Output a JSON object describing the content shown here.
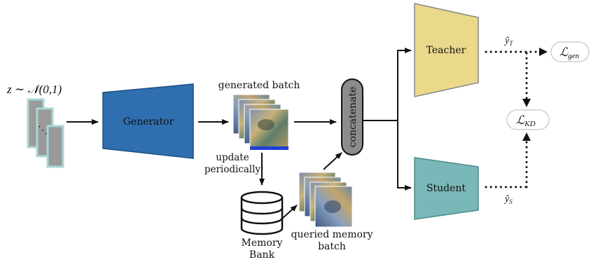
{
  "noise_label": "z ∼ 𝒩(0,1)",
  "noise_dots": "⋱",
  "generator_label": "Generator",
  "generated_batch_label": "generated batch",
  "update_label_line1": "update",
  "update_label_line2": "periodically",
  "memory_bank_label_line1": "Memory",
  "memory_bank_label_line2": "Bank",
  "queried_label_line1": "queried memory",
  "queried_label_line2": "batch",
  "concatenate_label": "concatenate",
  "teacher_label": "Teacher",
  "student_label": "Student",
  "yhat_t_label": "ŷ",
  "yhat_t_sub": "T",
  "yhat_s_label": "ŷ",
  "yhat_s_sub": "S",
  "loss_gen_main": "ℒ",
  "loss_gen_sub": "gen",
  "loss_kd_main": "ℒ",
  "loss_kd_sub": "KD",
  "colors": {
    "generator_fill": "#2f6fb0",
    "teacher_fill": "#ead98a",
    "student_fill": "#79b7b8",
    "concat_fill": "#8c8c8c",
    "noise_card_fill": "#9a9a9a",
    "noise_card_border": "#a9d6d6",
    "loss_border": "#cfcfcf"
  }
}
